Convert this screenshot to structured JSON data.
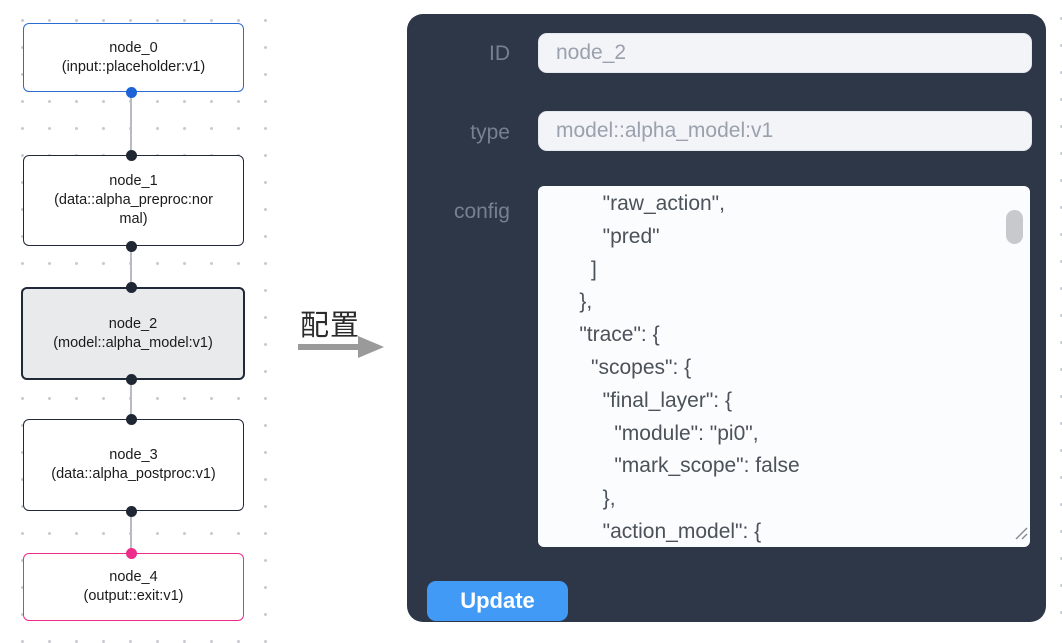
{
  "colors": {
    "panel-bg": "#2d3748",
    "panel-label": "#76808f",
    "input-bg": "#f2f4f8",
    "input-text": "#9aa1ac",
    "textarea-bg": "#fbfcfd",
    "config-text": "#4b5259",
    "accent-blue": "#419bf6",
    "button-text": "#ffffff",
    "node-border": "#1f2937",
    "node-input-border": "#2e6bd0",
    "node-output-border": "#ec2d8a",
    "node-selected-bg": "#e9eaeb",
    "edge": "#b8bcc2",
    "handle-dark": "#1e2733",
    "handle-blue": "#1c63d8",
    "handle-pink": "#ec2d8a",
    "dot-grid": "#c8ccd2",
    "annotation-text": "#2b2b2b",
    "annotation-arrow": "#9a9a9a"
  },
  "canvas": {
    "nodes": [
      {
        "label": "node_0",
        "type": "(input::placeholder:v1)"
      },
      {
        "label": "node_1",
        "type": "(data::alpha_preproc:normal)"
      },
      {
        "label": "node_2",
        "type": "(model::alpha_model:v1)"
      },
      {
        "label": "node_3",
        "type": "(data::alpha_postproc:v1)"
      },
      {
        "label": "node_4",
        "type": "(output::exit:v1)"
      }
    ]
  },
  "annotation": {
    "label": "配置"
  },
  "panel": {
    "id_label": "ID",
    "id_value": "node_2",
    "type_label": "type",
    "type_value": "model::alpha_model:v1",
    "config_label": "config",
    "config_lines": [
      "        \"raw_action\",",
      "        \"pred\"",
      "      ]",
      "    },",
      "    \"trace\": {",
      "      \"scopes\": {",
      "        \"final_layer\": {",
      "          \"module\": \"pi0\",",
      "          \"mark_scope\": false",
      "        },",
      "        \"action_model\": {"
    ],
    "update_label": "Update"
  }
}
